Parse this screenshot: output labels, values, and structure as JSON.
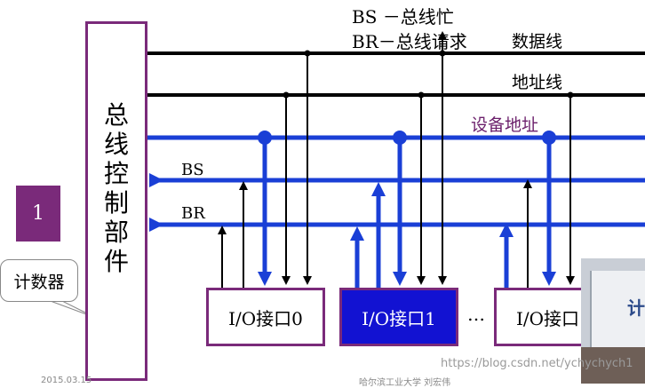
{
  "bus_labels": {
    "bs_legend": "BS  －总线忙",
    "br_legend": "BR－总线请求",
    "data_bus": "数据线",
    "address_bus": "地址线",
    "device_address": "设备地址",
    "bs": "BS",
    "br": "BR"
  },
  "controller": {
    "chars": [
      "总",
      "线",
      "控",
      "制",
      "部",
      "件"
    ]
  },
  "interfaces": [
    {
      "label": "I/O接口0"
    },
    {
      "label": "I/O接口1"
    },
    {
      "label": "I/O接口"
    }
  ],
  "ellipsis": "…",
  "badge": "1",
  "callout": "计数器",
  "footer": {
    "date": "2015.03.15",
    "university": "哈尔滨工业大学  刘宏伟"
  },
  "video_glyph": "计",
  "watermark": "https://blog.csdn.net/ychychych1",
  "colors": {
    "bus_black": "#000000",
    "bus_blue": "#1a3fd6",
    "frame_purple": "#7a2a7a",
    "active_interface": "#1212d2",
    "device_address_label": "#6b1f6b"
  }
}
